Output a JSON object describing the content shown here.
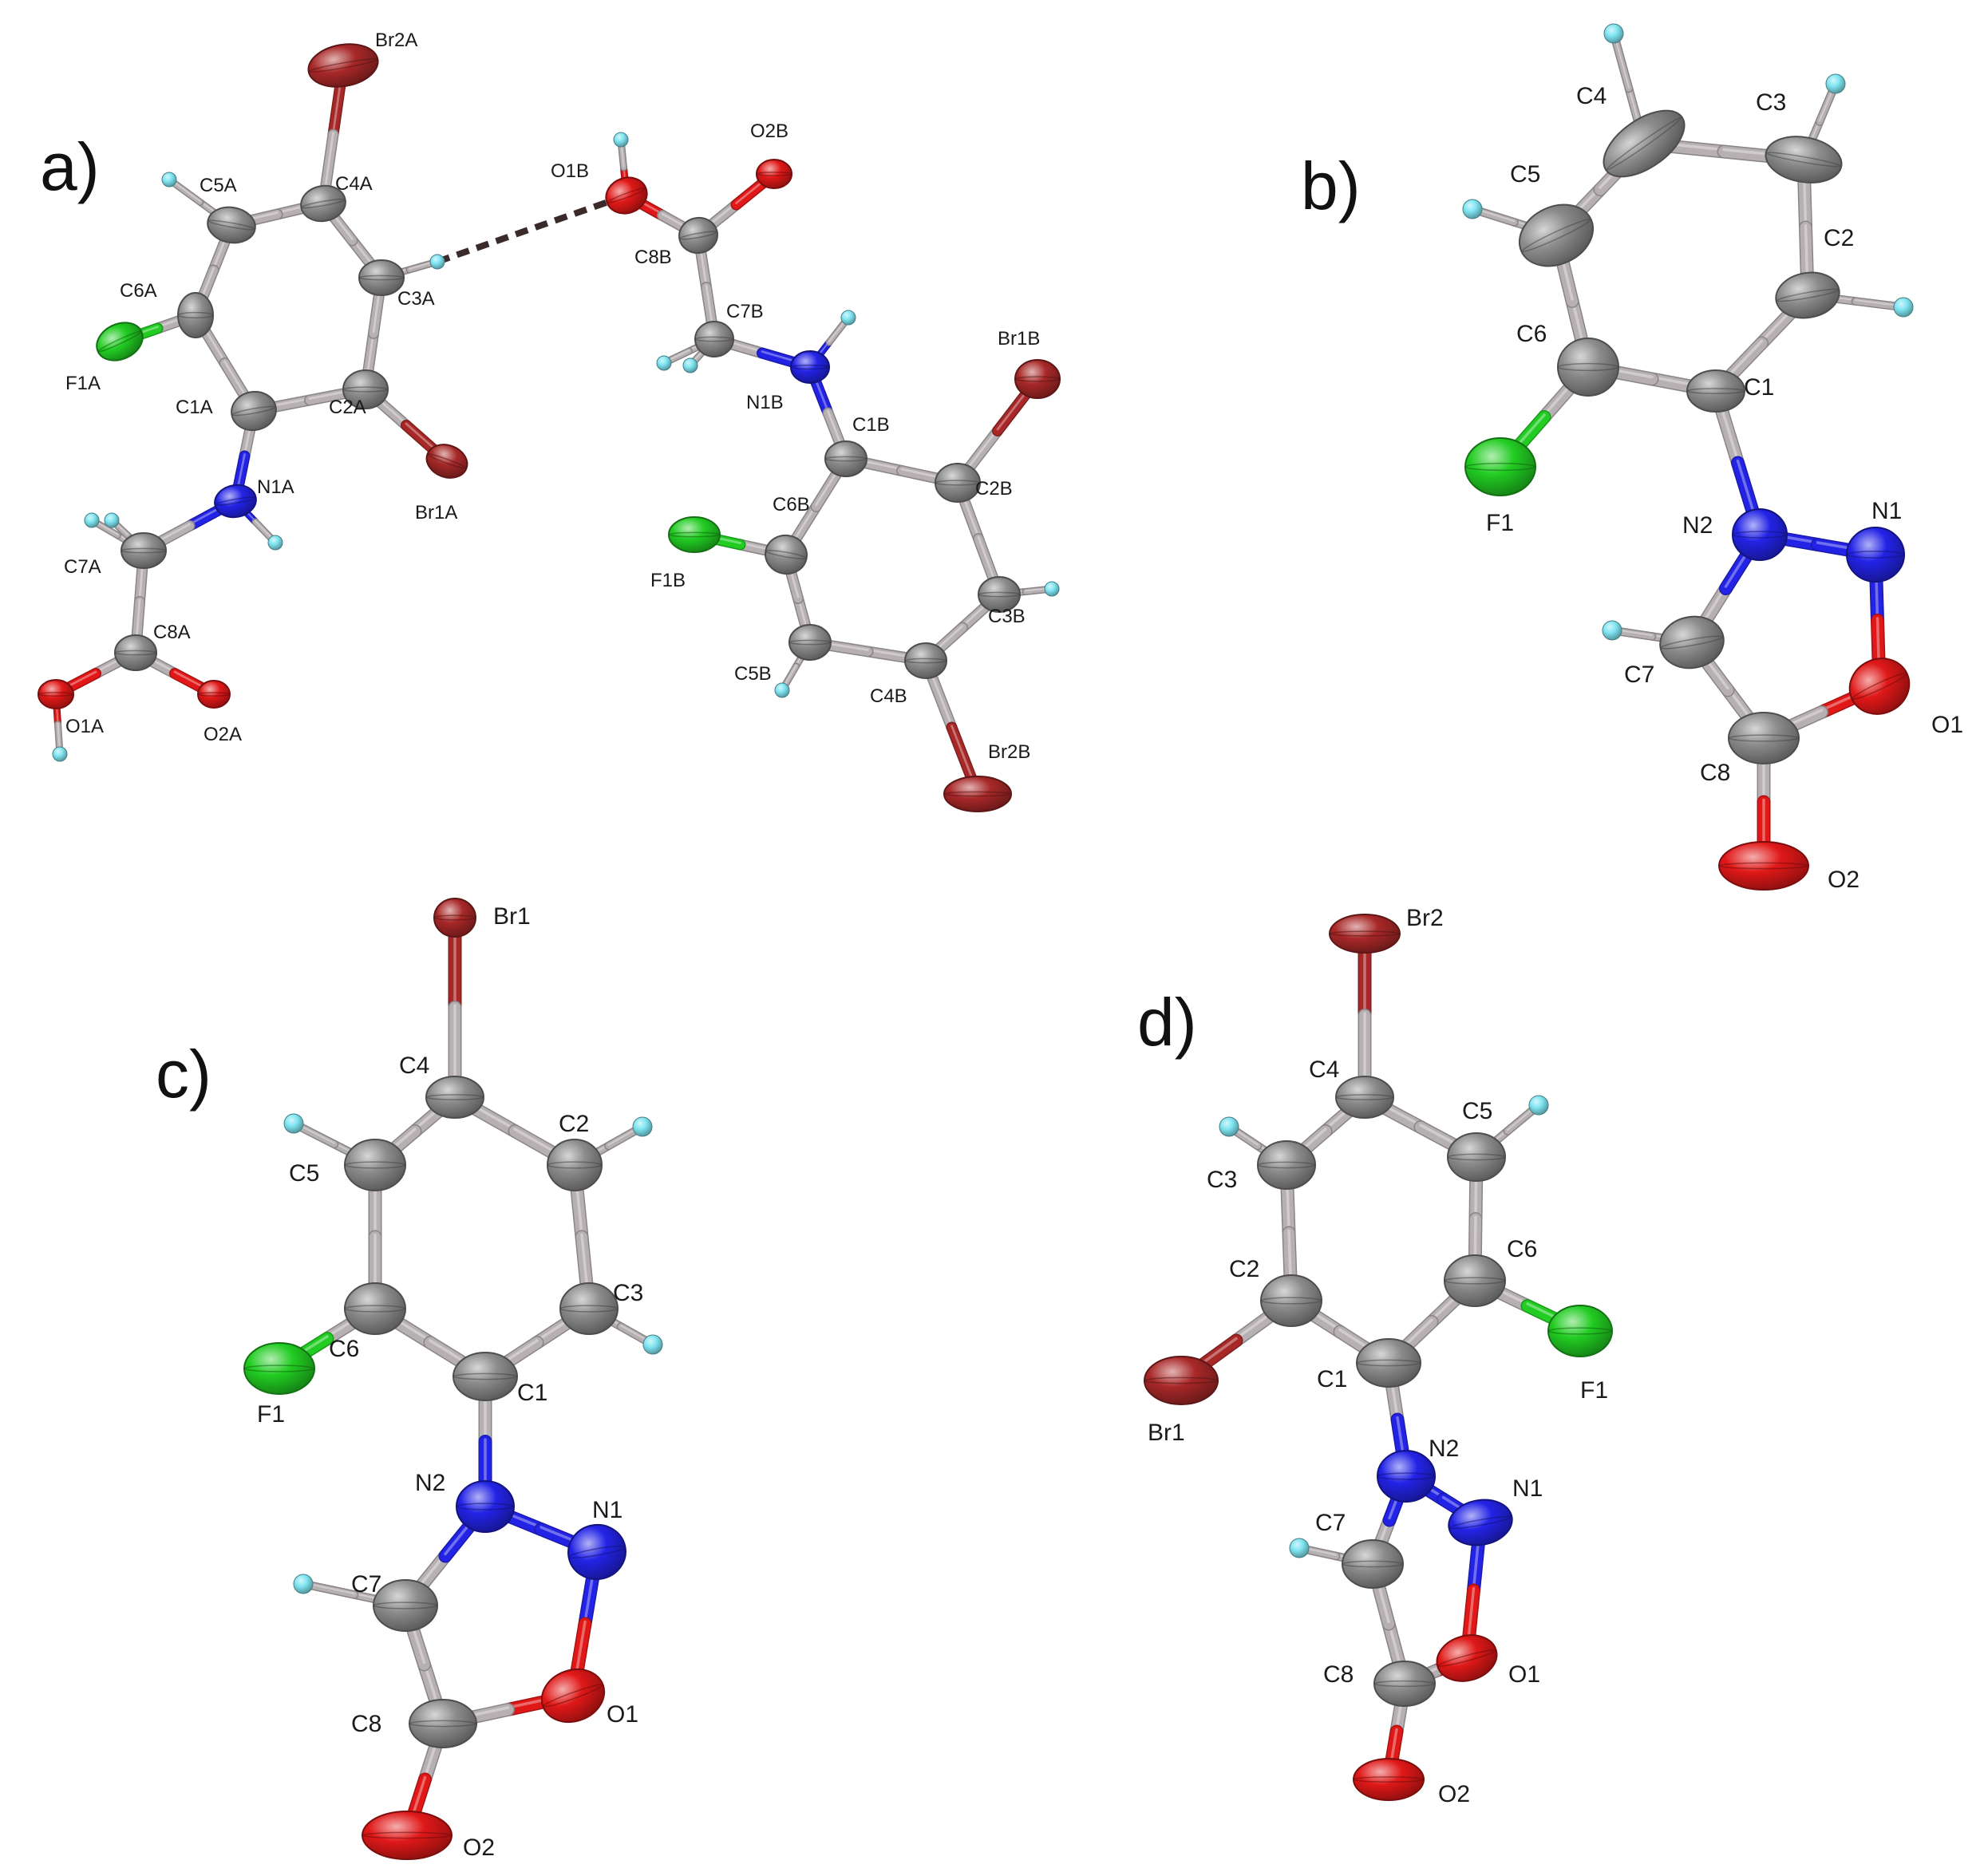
{
  "colors": {
    "C": "#8c8c8c",
    "N": "#2323e6",
    "O": "#e01818",
    "Br": "#a82828",
    "F": "#22cc22",
    "H": "#7fe5f2",
    "bond_c": "#b7b0b2",
    "hbond": "#3a2a2a"
  },
  "icons": {
    "carbon": "grey-ellipsoid",
    "nitrogen": "blue-ellipsoid",
    "oxygen": "red-ellipsoid",
    "bromine": "dark-red-ellipsoid",
    "fluorine": "green-ellipsoid",
    "hydrogen": "cyan-sphere"
  },
  "panels": [
    {
      "id": "a",
      "label": "a)",
      "atoms": [
        {
          "id": "Br2A",
          "el": "Br",
          "label": "Br2A"
        },
        {
          "id": "C4A",
          "el": "C",
          "label": "C4A"
        },
        {
          "id": "C5A",
          "el": "C",
          "label": "C5A"
        },
        {
          "id": "C6A",
          "el": "C",
          "label": "C6A"
        },
        {
          "id": "C1A",
          "el": "C",
          "label": "C1A"
        },
        {
          "id": "C2A",
          "el": "C",
          "label": "C2A"
        },
        {
          "id": "C3A",
          "el": "C",
          "label": "C3A"
        },
        {
          "id": "F1A",
          "el": "F",
          "label": "F1A"
        },
        {
          "id": "Br1A",
          "el": "Br",
          "label": "Br1A"
        },
        {
          "id": "N1A",
          "el": "N",
          "label": "N1A"
        },
        {
          "id": "C7A",
          "el": "C",
          "label": "C7A"
        },
        {
          "id": "C8A",
          "el": "C",
          "label": "C8A"
        },
        {
          "id": "O1A",
          "el": "O",
          "label": "O1A"
        },
        {
          "id": "O2A",
          "el": "O",
          "label": "O2A"
        },
        {
          "id": "H5A",
          "el": "H",
          "label": ""
        },
        {
          "id": "H3A",
          "el": "H",
          "label": ""
        },
        {
          "id": "HN1A",
          "el": "H",
          "label": ""
        },
        {
          "id": "H7A1",
          "el": "H",
          "label": ""
        },
        {
          "id": "H7A2",
          "el": "H",
          "label": ""
        },
        {
          "id": "HO1A",
          "el": "H",
          "label": ""
        },
        {
          "id": "O1B",
          "el": "O",
          "label": "O1B"
        },
        {
          "id": "O2B",
          "el": "O",
          "label": "O2B"
        },
        {
          "id": "C8B",
          "el": "C",
          "label": "C8B"
        },
        {
          "id": "C7B",
          "el": "C",
          "label": "C7B"
        },
        {
          "id": "N1B",
          "el": "N",
          "label": "N1B"
        },
        {
          "id": "C1B",
          "el": "C",
          "label": "C1B"
        },
        {
          "id": "C2B",
          "el": "C",
          "label": "C2B"
        },
        {
          "id": "C3B",
          "el": "C",
          "label": "C3B"
        },
        {
          "id": "C4B",
          "el": "C",
          "label": "C4B"
        },
        {
          "id": "C5B",
          "el": "C",
          "label": "C5B"
        },
        {
          "id": "C6B",
          "el": "C",
          "label": "C6B"
        },
        {
          "id": "Br1B",
          "el": "Br",
          "label": "Br1B"
        },
        {
          "id": "Br2B",
          "el": "Br",
          "label": "Br2B"
        },
        {
          "id": "F1B",
          "el": "F",
          "label": "F1B"
        },
        {
          "id": "HO1B",
          "el": "H",
          "label": ""
        },
        {
          "id": "HN1B",
          "el": "H",
          "label": ""
        },
        {
          "id": "H7B1",
          "el": "H",
          "label": ""
        },
        {
          "id": "H7B2",
          "el": "H",
          "label": ""
        },
        {
          "id": "H3B",
          "el": "H",
          "label": ""
        },
        {
          "id": "H5B",
          "el": "H",
          "label": ""
        }
      ],
      "bonds": [
        [
          "Br2A",
          "C4A"
        ],
        [
          "C4A",
          "C5A"
        ],
        [
          "C5A",
          "C6A"
        ],
        [
          "C6A",
          "C1A"
        ],
        [
          "C1A",
          "C2A"
        ],
        [
          "C2A",
          "C3A"
        ],
        [
          "C3A",
          "C4A"
        ],
        [
          "C6A",
          "F1A"
        ],
        [
          "C2A",
          "Br1A"
        ],
        [
          "C1A",
          "N1A"
        ],
        [
          "N1A",
          "C7A"
        ],
        [
          "C7A",
          "C8A"
        ],
        [
          "C8A",
          "O1A"
        ],
        [
          "C8A",
          "O2A"
        ],
        [
          "C5A",
          "H5A"
        ],
        [
          "C3A",
          "H3A"
        ],
        [
          "N1A",
          "HN1A"
        ],
        [
          "C7A",
          "H7A1"
        ],
        [
          "C7A",
          "H7A2"
        ],
        [
          "O1A",
          "HO1A"
        ],
        [
          "O1B",
          "C8B"
        ],
        [
          "C8B",
          "O2B"
        ],
        [
          "C8B",
          "C7B"
        ],
        [
          "C7B",
          "N1B"
        ],
        [
          "N1B",
          "C1B"
        ],
        [
          "C1B",
          "C2B"
        ],
        [
          "C2B",
          "C3B"
        ],
        [
          "C3B",
          "C4B"
        ],
        [
          "C4B",
          "C5B"
        ],
        [
          "C5B",
          "C6B"
        ],
        [
          "C6B",
          "C1B"
        ],
        [
          "C2B",
          "Br1B"
        ],
        [
          "C4B",
          "Br2B"
        ],
        [
          "C6B",
          "F1B"
        ],
        [
          "O1B",
          "HO1B"
        ],
        [
          "N1B",
          "HN1B"
        ],
        [
          "C7B",
          "H7B1"
        ],
        [
          "C7B",
          "H7B2"
        ],
        [
          "C3B",
          "H3B"
        ],
        [
          "C5B",
          "H5B"
        ]
      ],
      "hbonds": [
        [
          "H3A",
          "O1B"
        ]
      ]
    },
    {
      "id": "b",
      "label": "b)",
      "atoms": [
        {
          "id": "C4",
          "el": "C",
          "label": "C4"
        },
        {
          "id": "C3",
          "el": "C",
          "label": "C3"
        },
        {
          "id": "C5",
          "el": "C",
          "label": "C5"
        },
        {
          "id": "C2",
          "el": "C",
          "label": "C2"
        },
        {
          "id": "C6",
          "el": "C",
          "label": "C6"
        },
        {
          "id": "C1",
          "el": "C",
          "label": "C1"
        },
        {
          "id": "F1",
          "el": "F",
          "label": "F1"
        },
        {
          "id": "N2",
          "el": "N",
          "label": "N2"
        },
        {
          "id": "N1",
          "el": "N",
          "label": "N1"
        },
        {
          "id": "C7",
          "el": "C",
          "label": "C7"
        },
        {
          "id": "O1",
          "el": "O",
          "label": "O1"
        },
        {
          "id": "C8",
          "el": "C",
          "label": "C8"
        },
        {
          "id": "O2",
          "el": "O",
          "label": "O2"
        },
        {
          "id": "H4",
          "el": "H",
          "label": ""
        },
        {
          "id": "H3",
          "el": "H",
          "label": ""
        },
        {
          "id": "H5",
          "el": "H",
          "label": ""
        },
        {
          "id": "H2",
          "el": "H",
          "label": ""
        },
        {
          "id": "H7",
          "el": "H",
          "label": ""
        }
      ],
      "bonds": [
        [
          "C4",
          "C3"
        ],
        [
          "C3",
          "C2"
        ],
        [
          "C2",
          "C1"
        ],
        [
          "C1",
          "C6"
        ],
        [
          "C6",
          "C5"
        ],
        [
          "C5",
          "C4"
        ],
        [
          "C6",
          "F1"
        ],
        [
          "C1",
          "N2"
        ],
        [
          "N2",
          "N1"
        ],
        [
          "N1",
          "O1"
        ],
        [
          "O1",
          "C8"
        ],
        [
          "C8",
          "C7"
        ],
        [
          "C7",
          "N2"
        ],
        [
          "C8",
          "O2"
        ],
        [
          "C4",
          "H4"
        ],
        [
          "C3",
          "H3"
        ],
        [
          "C5",
          "H5"
        ],
        [
          "C2",
          "H2"
        ],
        [
          "C7",
          "H7"
        ]
      ],
      "hbonds": []
    },
    {
      "id": "c",
      "label": "c)",
      "atoms": [
        {
          "id": "Br1",
          "el": "Br",
          "label": "Br1"
        },
        {
          "id": "C4",
          "el": "C",
          "label": "C4"
        },
        {
          "id": "C5",
          "el": "C",
          "label": "C5"
        },
        {
          "id": "C2",
          "el": "C",
          "label": "C2"
        },
        {
          "id": "C6",
          "el": "C",
          "label": "C6"
        },
        {
          "id": "C3",
          "el": "C",
          "label": "C3"
        },
        {
          "id": "C1",
          "el": "C",
          "label": "C1"
        },
        {
          "id": "F1",
          "el": "F",
          "label": "F1"
        },
        {
          "id": "N2",
          "el": "N",
          "label": "N2"
        },
        {
          "id": "N1",
          "el": "N",
          "label": "N1"
        },
        {
          "id": "C7",
          "el": "C",
          "label": "C7"
        },
        {
          "id": "O1",
          "el": "O",
          "label": "O1"
        },
        {
          "id": "C8",
          "el": "C",
          "label": "C8"
        },
        {
          "id": "O2",
          "el": "O",
          "label": "O2"
        },
        {
          "id": "H5",
          "el": "H",
          "label": ""
        },
        {
          "id": "H2",
          "el": "H",
          "label": ""
        },
        {
          "id": "H3",
          "el": "H",
          "label": ""
        },
        {
          "id": "H7",
          "el": "H",
          "label": ""
        }
      ],
      "bonds": [
        [
          "Br1",
          "C4"
        ],
        [
          "C4",
          "C5"
        ],
        [
          "C4",
          "C2"
        ],
        [
          "C5",
          "C6"
        ],
        [
          "C2",
          "C3"
        ],
        [
          "C6",
          "C1"
        ],
        [
          "C3",
          "C1"
        ],
        [
          "C6",
          "F1"
        ],
        [
          "C1",
          "N2"
        ],
        [
          "N2",
          "N1"
        ],
        [
          "N1",
          "O1"
        ],
        [
          "O1",
          "C8"
        ],
        [
          "C8",
          "C7"
        ],
        [
          "C7",
          "N2"
        ],
        [
          "C8",
          "O2"
        ],
        [
          "C5",
          "H5"
        ],
        [
          "C2",
          "H2"
        ],
        [
          "C3",
          "H3"
        ],
        [
          "C7",
          "H7"
        ]
      ],
      "hbonds": []
    },
    {
      "id": "d",
      "label": "d)",
      "atoms": [
        {
          "id": "Br2",
          "el": "Br",
          "label": "Br2"
        },
        {
          "id": "C4",
          "el": "C",
          "label": "C4"
        },
        {
          "id": "C5",
          "el": "C",
          "label": "C5"
        },
        {
          "id": "C3",
          "el": "C",
          "label": "C3"
        },
        {
          "id": "C6",
          "el": "C",
          "label": "C6"
        },
        {
          "id": "C2",
          "el": "C",
          "label": "C2"
        },
        {
          "id": "C1",
          "el": "C",
          "label": "C1"
        },
        {
          "id": "F1",
          "el": "F",
          "label": "F1"
        },
        {
          "id": "Br1",
          "el": "Br",
          "label": "Br1"
        },
        {
          "id": "N2",
          "el": "N",
          "label": "N2"
        },
        {
          "id": "N1",
          "el": "N",
          "label": "N1"
        },
        {
          "id": "C7",
          "el": "C",
          "label": "C7"
        },
        {
          "id": "O1",
          "el": "O",
          "label": "O1"
        },
        {
          "id": "C8",
          "el": "C",
          "label": "C8"
        },
        {
          "id": "O2",
          "el": "O",
          "label": "O2"
        },
        {
          "id": "H3",
          "el": "H",
          "label": ""
        },
        {
          "id": "H5",
          "el": "H",
          "label": ""
        },
        {
          "id": "H7",
          "el": "H",
          "label": ""
        }
      ],
      "bonds": [
        [
          "Br2",
          "C4"
        ],
        [
          "C4",
          "C5"
        ],
        [
          "C4",
          "C3"
        ],
        [
          "C5",
          "C6"
        ],
        [
          "C3",
          "C2"
        ],
        [
          "C6",
          "C1"
        ],
        [
          "C2",
          "C1"
        ],
        [
          "C6",
          "F1"
        ],
        [
          "C2",
          "Br1"
        ],
        [
          "C1",
          "N2"
        ],
        [
          "N2",
          "N1"
        ],
        [
          "N1",
          "O1"
        ],
        [
          "O1",
          "C8"
        ],
        [
          "C8",
          "C7"
        ],
        [
          "C7",
          "N2"
        ],
        [
          "C8",
          "O2"
        ],
        [
          "C3",
          "H3"
        ],
        [
          "C5",
          "H5"
        ],
        [
          "C7",
          "H7"
        ]
      ],
      "hbonds": []
    }
  ]
}
